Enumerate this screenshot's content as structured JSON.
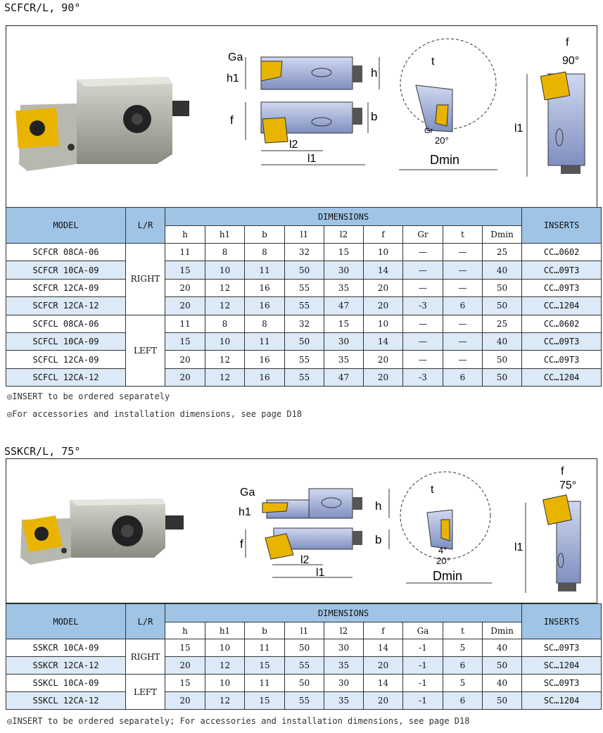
{
  "section1": {
    "title": "SCFCR/L, 90°",
    "figure": {
      "labels": {
        "Ga": "Ga",
        "h1": "h1",
        "h": "h",
        "f": "f",
        "b": "b",
        "l2": "l2",
        "l1": "l1",
        "t": "t",
        "Gr": "Gr",
        "angle20": "20°",
        "Dmin": "Dmin",
        "angle90": "90°",
        "f_top": "f",
        "l1_side": "l1"
      }
    },
    "table": {
      "head": {
        "model": "MODEL",
        "lr": "L/R",
        "dims": "DIMENSIONS",
        "inserts": "INSERTS",
        "cols": [
          "h",
          "h1",
          "b",
          "l1",
          "l2",
          "f",
          "Gr",
          "t",
          "Dmin"
        ]
      },
      "groups": [
        {
          "lr": "RIGHT",
          "rows": [
            {
              "model": "SCFCR 08CA-06",
              "vals": [
                "11",
                "8",
                "8",
                "32",
                "15",
                "10",
                "—",
                "—",
                "25"
              ],
              "insert": "CC…0602"
            },
            {
              "model": "SCFCR 10CA-09",
              "vals": [
                "15",
                "10",
                "11",
                "50",
                "30",
                "14",
                "—",
                "—",
                "40"
              ],
              "insert": "CC…09T3"
            },
            {
              "model": "SCFCR 12CA-09",
              "vals": [
                "20",
                "12",
                "16",
                "55",
                "35",
                "20",
                "—",
                "—",
                "50"
              ],
              "insert": "CC…09T3"
            },
            {
              "model": "SCFCR 12CA-12",
              "vals": [
                "20",
                "12",
                "16",
                "55",
                "47",
                "20",
                "-3",
                "6",
                "50"
              ],
              "insert": "CC…1204"
            }
          ]
        },
        {
          "lr": "LEFT",
          "rows": [
            {
              "model": "SCFCL 08CA-06",
              "vals": [
                "11",
                "8",
                "8",
                "32",
                "15",
                "10",
                "—",
                "—",
                "25"
              ],
              "insert": "CC…0602"
            },
            {
              "model": "SCFCL 10CA-09",
              "vals": [
                "15",
                "10",
                "11",
                "50",
                "30",
                "14",
                "—",
                "—",
                "40"
              ],
              "insert": "CC…09T3"
            },
            {
              "model": "SCFCL 12CA-09",
              "vals": [
                "20",
                "12",
                "16",
                "55",
                "35",
                "20",
                "—",
                "—",
                "50"
              ],
              "insert": "CC…09T3"
            },
            {
              "model": "SCFCL 12CA-12",
              "vals": [
                "20",
                "12",
                "16",
                "55",
                "47",
                "20",
                "-3",
                "6",
                "50"
              ],
              "insert": "CC…1204"
            }
          ]
        }
      ]
    },
    "notes": [
      "◎INSERT to be ordered separately",
      "◎For accessories and installation dimensions, see page D18"
    ]
  },
  "section2": {
    "title": "SSKCR/L, 75°",
    "figure": {
      "labels": {
        "Ga": "Ga",
        "h1": "h1",
        "h": "h",
        "f": "f",
        "b": "b",
        "l2": "l2",
        "l1": "l1",
        "t": "t",
        "angle4": "4°",
        "angle20": "20°",
        "Dmin": "Dmin",
        "angle75": "75°",
        "f_top": "f",
        "l1_side": "l1"
      }
    },
    "table": {
      "head": {
        "model": "MODEL",
        "lr": "L/R",
        "dims": "DIMENSIONS",
        "inserts": "INSERTS",
        "cols": [
          "h",
          "h1",
          "b",
          "l1",
          "l2",
          "f",
          "Ga",
          "t",
          "Dmin"
        ]
      },
      "groups": [
        {
          "lr": "RIGHT",
          "rows": [
            {
              "model": "SSKCR 10CA-09",
              "vals": [
                "15",
                "10",
                "11",
                "50",
                "30",
                "14",
                "-1",
                "5",
                "40"
              ],
              "insert": "SC…09T3"
            },
            {
              "model": "SSKCR 12CA-12",
              "vals": [
                "20",
                "12",
                "15",
                "55",
                "35",
                "20",
                "-1",
                "6",
                "50"
              ],
              "insert": "SC…1204"
            }
          ]
        },
        {
          "lr": "LEFT",
          "rows": [
            {
              "model": "SSKCL 10CA-09",
              "vals": [
                "15",
                "10",
                "11",
                "50",
                "30",
                "14",
                "-1",
                "5",
                "40"
              ],
              "insert": "SC…09T3"
            },
            {
              "model": "SSKCL 12CA-12",
              "vals": [
                "20",
                "12",
                "15",
                "55",
                "35",
                "20",
                "-1",
                "6",
                "50"
              ],
              "insert": "SC…1204"
            }
          ]
        }
      ]
    },
    "notes": [
      "◎INSERT to be ordered separately;  For accessories and installation dimensions, see page D18"
    ]
  },
  "colors": {
    "header_blue": "#9fc4e6",
    "row_alt": "#dce9f6",
    "insert_gold": "#e8b400",
    "steel_blue": "#9aa8d0"
  }
}
